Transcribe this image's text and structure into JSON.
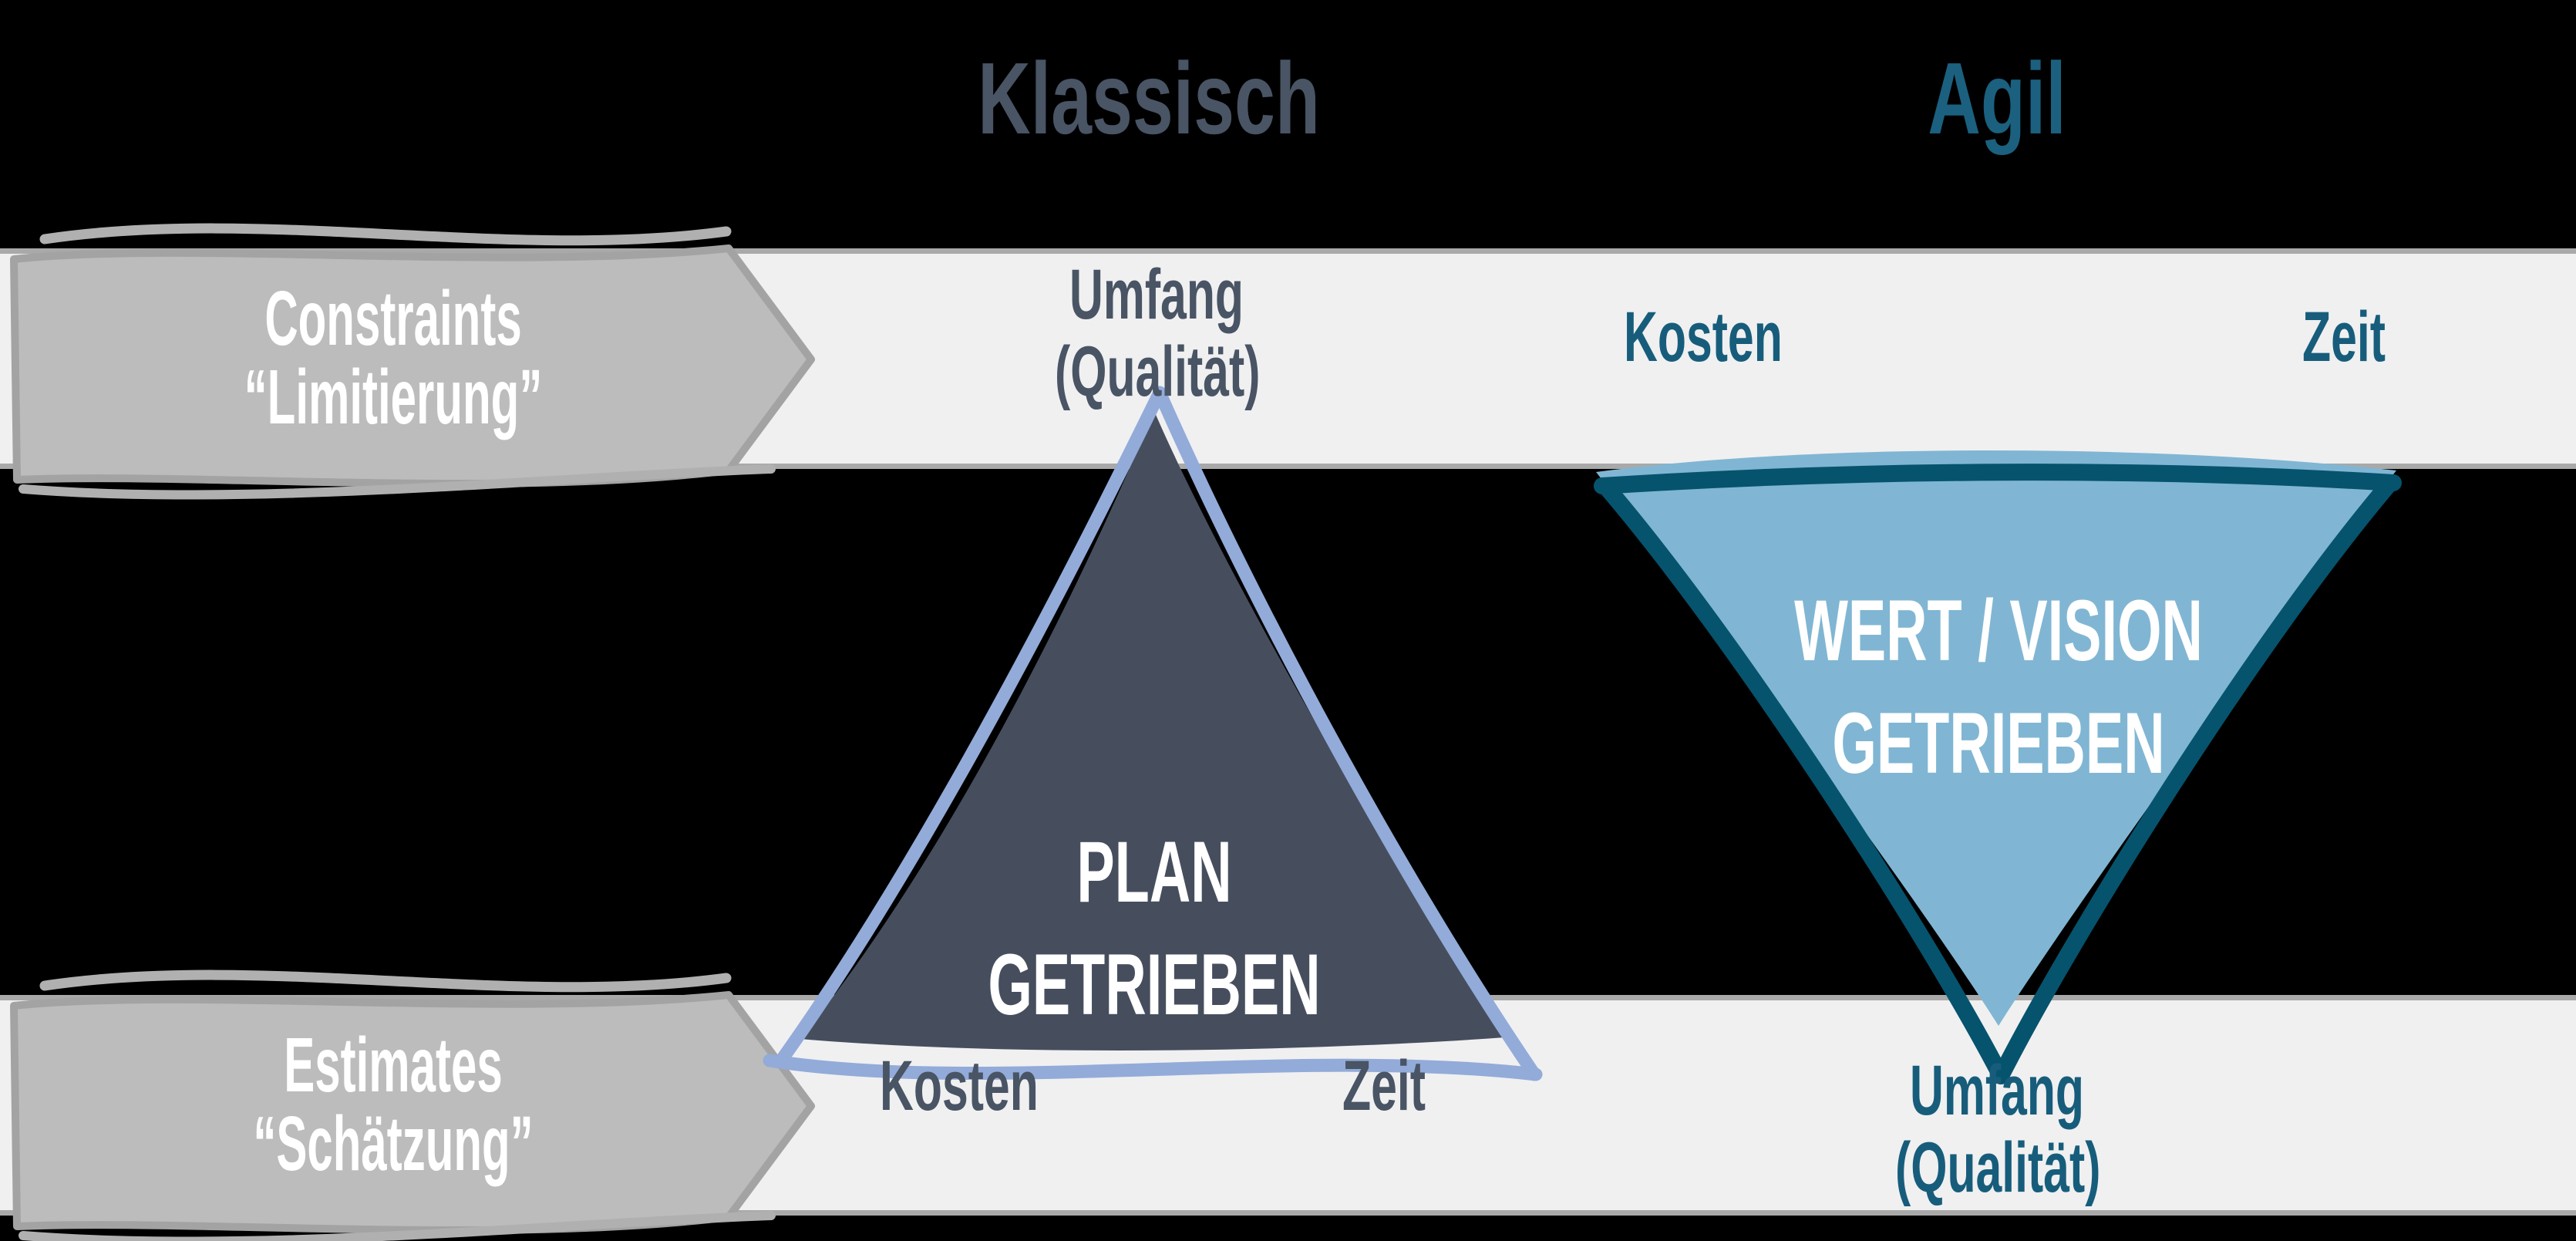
{
  "headers": {
    "classic": "Klassisch",
    "agile": "Agil"
  },
  "arrows": {
    "constraints": {
      "line1": "Constraints",
      "line2": "“Limitierung”"
    },
    "estimates": {
      "line1": "Estimates",
      "line2": "“Schätzung”"
    }
  },
  "classic": {
    "fixed_top_line1": "Umfang",
    "fixed_top_line2": "(Qualität)",
    "variable_bottom_left": "Kosten",
    "variable_bottom_right": "Zeit",
    "triangle_line1": "PLAN",
    "triangle_line2": "GETRIEBEN"
  },
  "agile": {
    "fixed_top_left": "Kosten",
    "fixed_top_right": "Zeit",
    "variable_bottom_line1": "Umfang",
    "variable_bottom_line2": "(Qualität)",
    "triangle_line1": "WERT / VISION",
    "triangle_line2": "GETRIEBEN"
  },
  "colors": {
    "bg": "#000000",
    "band_fill": "#f0f0f1",
    "band_border": "#a9a9a9",
    "arrow_fill": "#bcbcbc",
    "arrow_stroke": "#a3a3a3",
    "arrow_sketch": "#b0b0b0",
    "arrow_text": "#ffffff",
    "slate_text": "#495464",
    "teal_text": "#175d7b",
    "teal_header": "#1b607f",
    "dark_triangle": "#464e5e",
    "periwinkle": "#93abd9",
    "light_triangle": "#80b6d3",
    "teal_stroke": "#06536e",
    "white_text": "#ffffff"
  }
}
